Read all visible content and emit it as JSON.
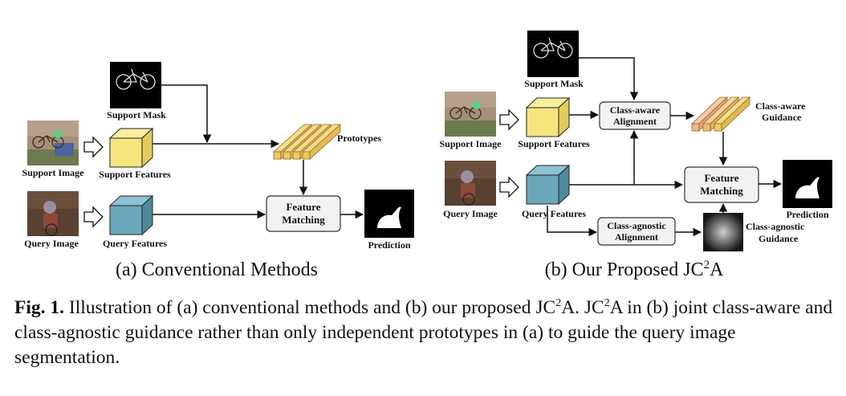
{
  "left": {
    "support_mask": "Support Mask",
    "support_image": "Support Image",
    "support_features": "Support Features",
    "prototypes": "Prototypes",
    "query_image": "Query Image",
    "query_features": "Query Features",
    "feature_matching_1": "Feature",
    "feature_matching_2": "Matching",
    "prediction": "Prediction",
    "subcaption": "(a) Conventional Methods"
  },
  "right": {
    "support_mask": "Support Mask",
    "support_image": "Support Image",
    "support_features": "Support Features",
    "class_aware_alignment_1": "Class-aware",
    "class_aware_alignment_2": "Alignment",
    "class_aware_guidance_1": "Class-aware",
    "class_aware_guidance_2": "Guidance",
    "feature_matching_1": "Feature",
    "feature_matching_2": "Matching",
    "query_image": "Query Image",
    "query_features": "Query Features",
    "prediction": "Prediction",
    "class_agnostic_alignment_1": "Class-agnostic",
    "class_agnostic_alignment_2": "Alignment",
    "class_agnostic_guidance_1": "Class-agnostic",
    "class_agnostic_guidance_2": "Guidance",
    "subcaption_pre": "(b) Our Proposed JC",
    "subcaption_sup": "2",
    "subcaption_post": "A"
  },
  "caption": {
    "label": "Fig. 1.",
    "t1": " Illustration of (a) conventional methods and (b) our proposed JC",
    "sup1": "2",
    "t2": "A. JC",
    "sup2": "2",
    "t3": "A in (b) joint class-aware and class-agnostic guidance rather than only independent prototypes in (a) to guide the query image segmentation."
  },
  "colors": {
    "support_cube": "#f7e47d",
    "query_cube": "#6aa7ba",
    "prototype": "#f5d27a",
    "guidance_light": "#f7c79c",
    "guidance_dark": "#f2d27a",
    "box_fill": "#f2f2f2"
  }
}
